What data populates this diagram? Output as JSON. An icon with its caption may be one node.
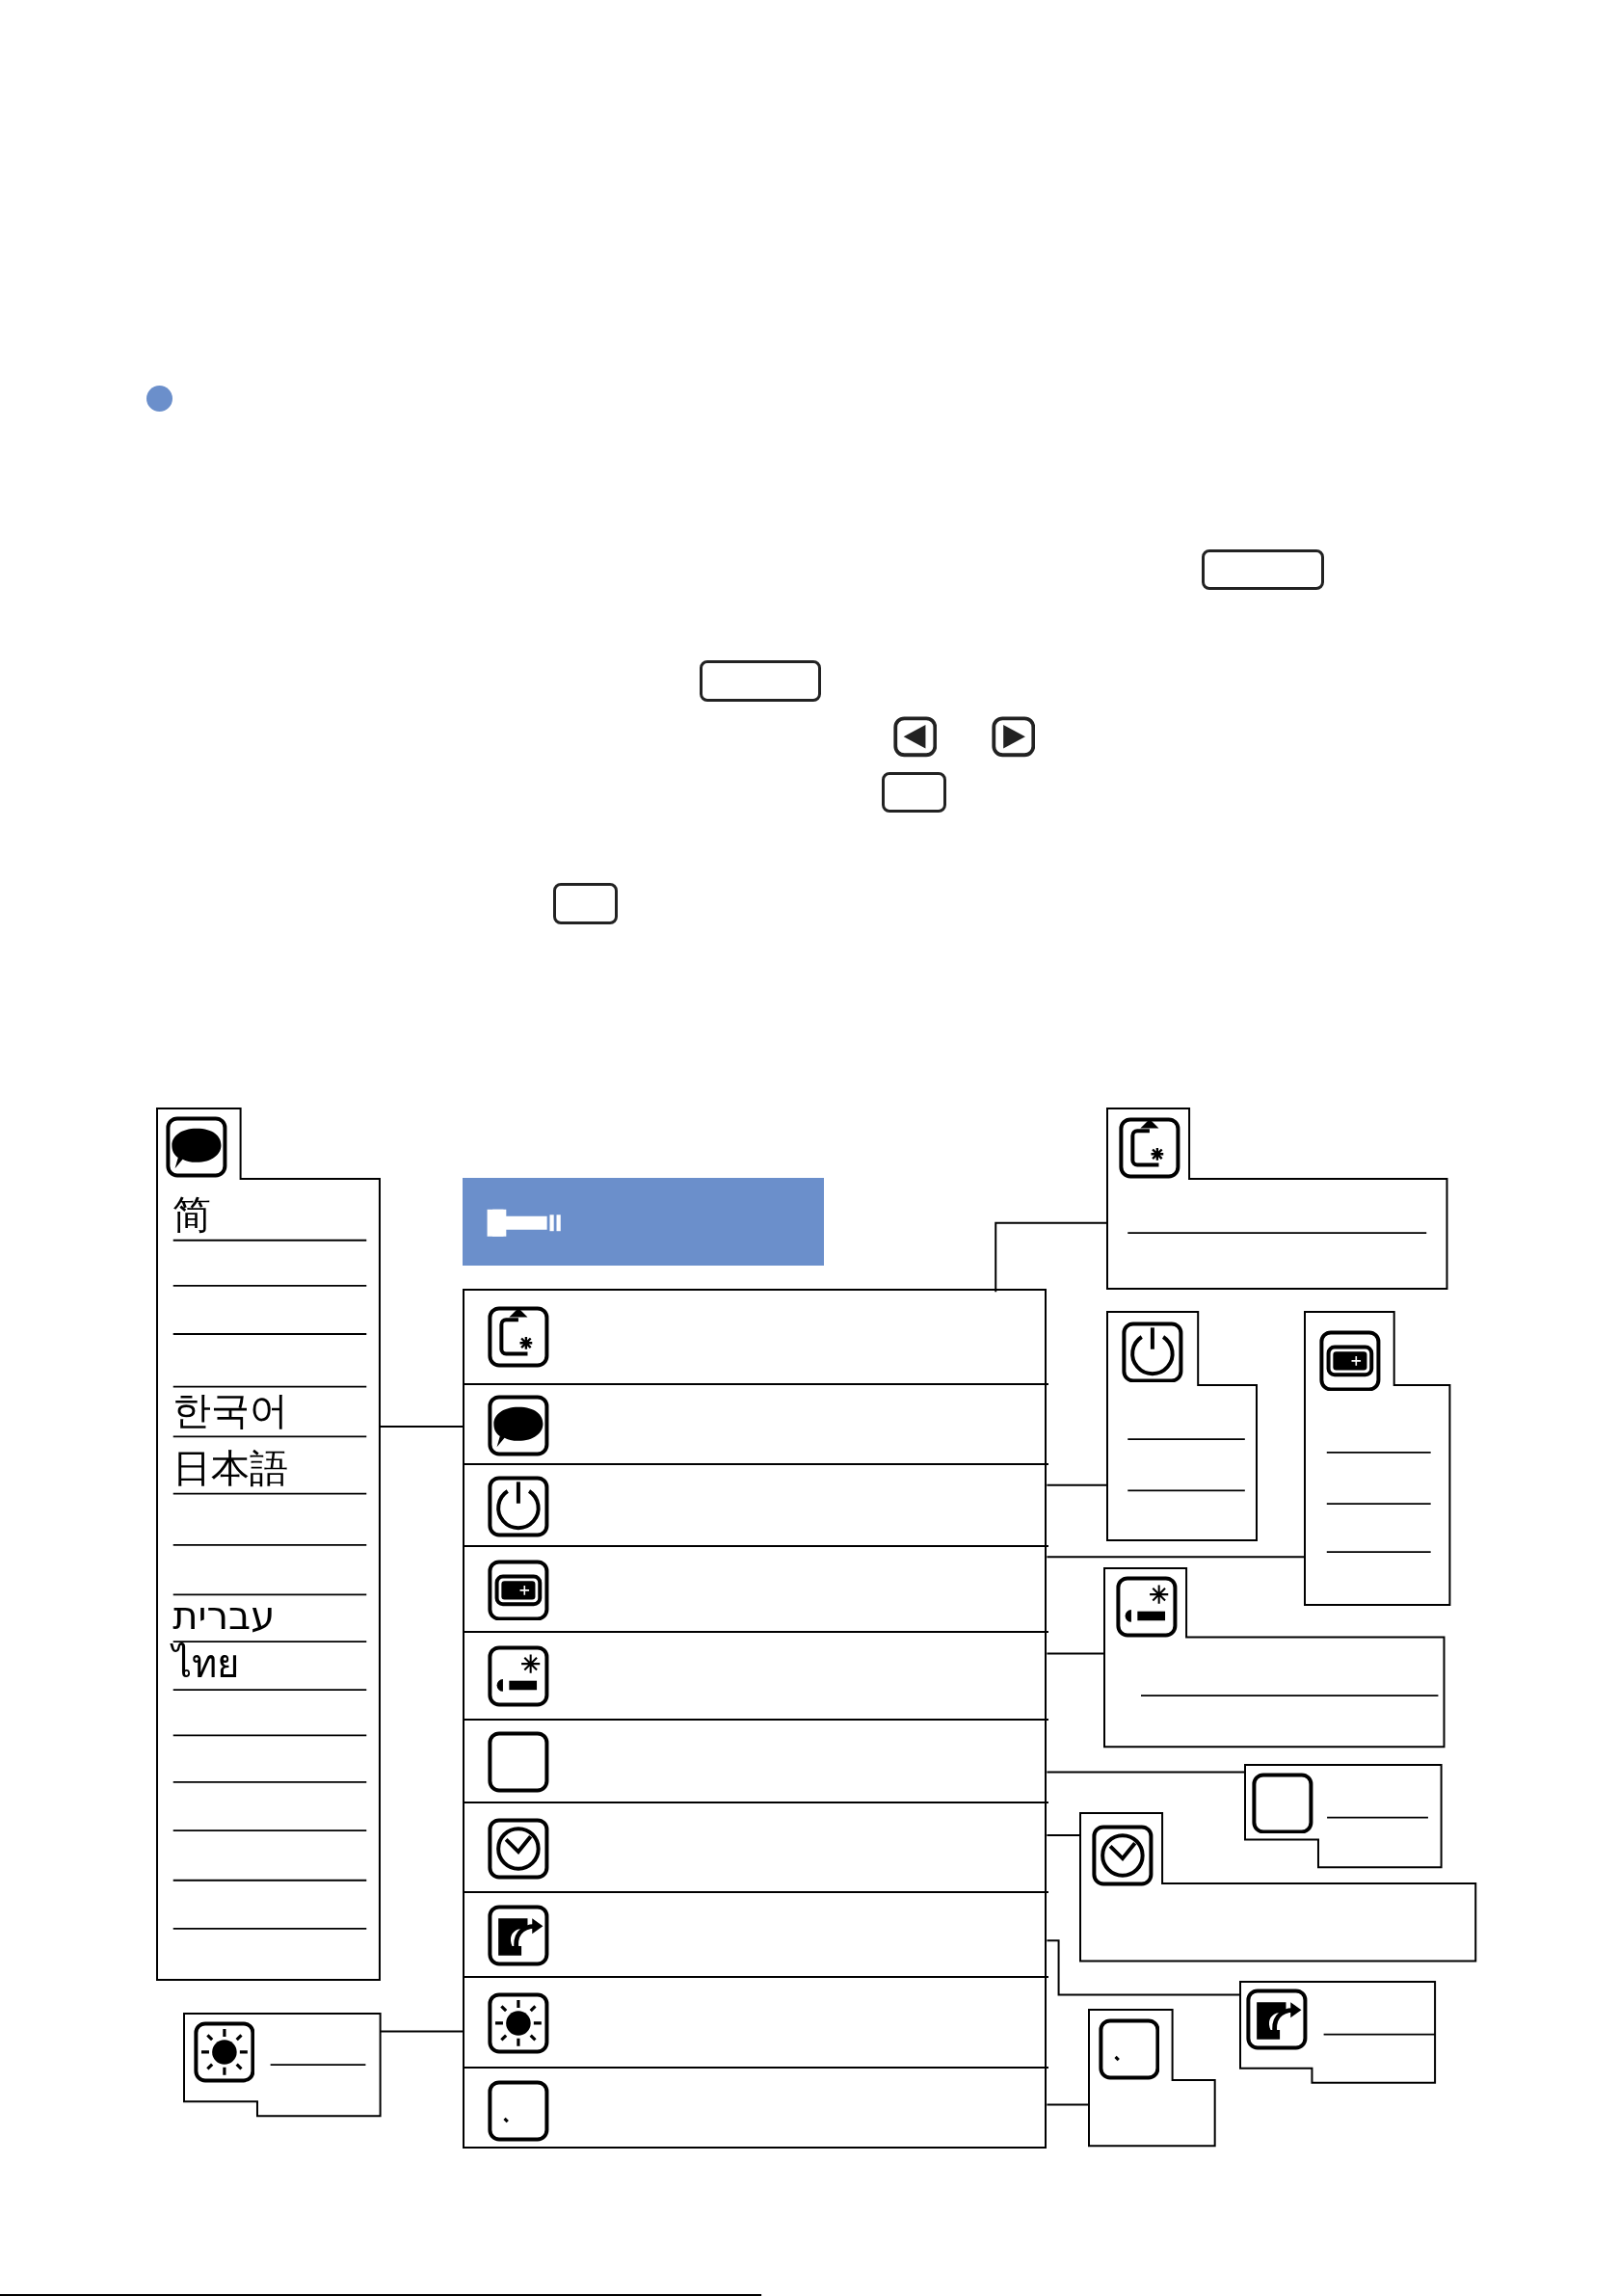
{
  "diagram": {
    "nodes": [
      {
        "text": [
          "简",
          "한국어",
          "日本語",
          "עברית",
          "ไทย"
        ]
      },
      {
        "text": [],
        "shape": "box"
      },
      {
        "text": [],
        "shape": "box"
      },
      {
        "text": [],
        "shape": "box",
        "in": 2
      },
      {
        "text": [],
        "shape": "box",
        "in": 2
      },
      {
        "text": [],
        "shape": "box",
        "in": 2
      },
      {
        "text": [],
        "shape": "box",
        "in": 2
      },
      {
        "text": [],
        "shape": "box",
        "in": 2
      },
      {
        "text": [],
        "shape": "box",
        "in": 2
      },
      {
        "text": [],
        "shape": "box",
        "in": 2
      },
      {
        "text": [],
        "shape": "box",
        "in": 2
      },
      {
        "text": [],
        "shape": "box",
        "in": 2
      },
      {
        "text": [],
        "shape": "box",
        "in": 2
      },
      {
        "text": [],
        "shape": "box"
      },
      {
        "text": [],
        "shape": "box"
      },
      {
        "text": [],
        "shape": "box"
      },
      {
        "text": [],
        "shape": "box"
      },
      {
        "text": [],
        "shape": "box"
      },
      {
        "text": [],
        "shape": "box"
      },
      {
        "text": [],
        "shape": "box"
      },
      {
        "text": [],
        "shape": "box"
      }
    ],
    "edges": [
      {
        "from": 4,
        "to": 0,
        "arrow": "none"
      },
      {
        "from": 2,
        "to": 13,
        "arrow": "none"
      },
      {
        "from": 5,
        "to": 14,
        "arrow": "none"
      },
      {
        "from": 6,
        "to": 15,
        "arrow": "none"
      },
      {
        "from": 7,
        "to": 16,
        "arrow": "none"
      },
      {
        "from": 8,
        "to": 17,
        "arrow": "none"
      },
      {
        "from": 9,
        "to": 18,
        "arrow": "none"
      },
      {
        "from": 10,
        "to": 19,
        "arrow": "none"
      },
      {
        "from": 11,
        "to": 1,
        "arrow": "none"
      },
      {
        "from": 12,
        "to": 20,
        "arrow": "none"
      }
    ]
  }
}
